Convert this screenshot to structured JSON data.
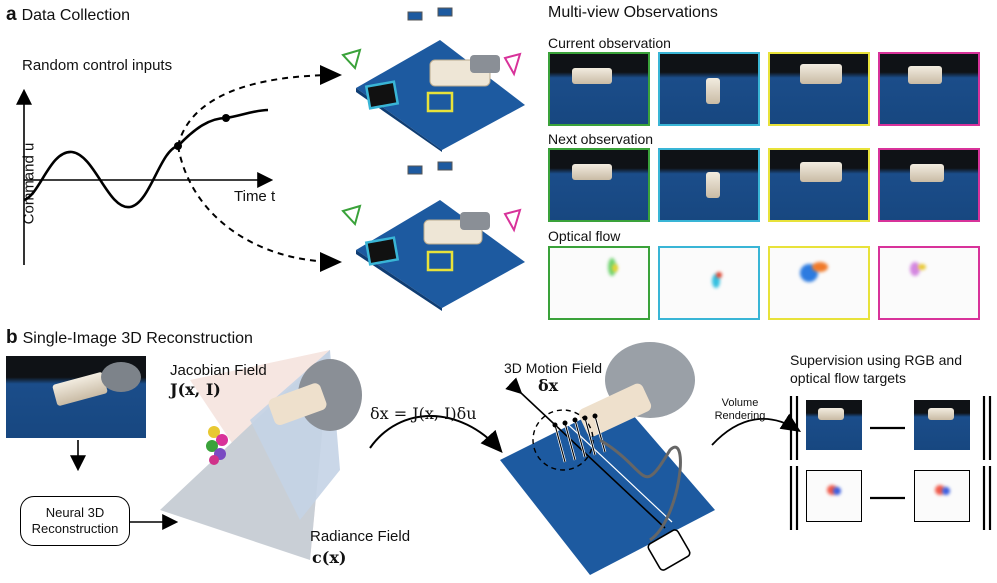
{
  "panel_a": {
    "label": "a",
    "title": "Data Collection",
    "plot_title": "Random control inputs",
    "y_axis": "Command u",
    "x_axis": "Time t"
  },
  "multiview": {
    "title": "Multi-view Observations",
    "rows": [
      "Current observation",
      "Next observation",
      "Optical flow"
    ],
    "view_colors": [
      "#3aa23a",
      "#39b5d6",
      "#e8e23a",
      "#d8329a"
    ]
  },
  "panel_b": {
    "label": "b",
    "title": "Single-Image 3D Reconstruction",
    "module": "Neural 3D Reconstruction",
    "jacobian_label": "Jacobian Field",
    "jacobian_math": "J(x, I)",
    "equation": "δx = J(x, I)δu",
    "radiance_label": "Radiance Field",
    "radiance_math": "c(x)",
    "motion_label": "3D Motion Field",
    "motion_math": "δx",
    "render_label": "Volume Rendering",
    "supervision_title": "Supervision using RGB and optical flow targets"
  }
}
